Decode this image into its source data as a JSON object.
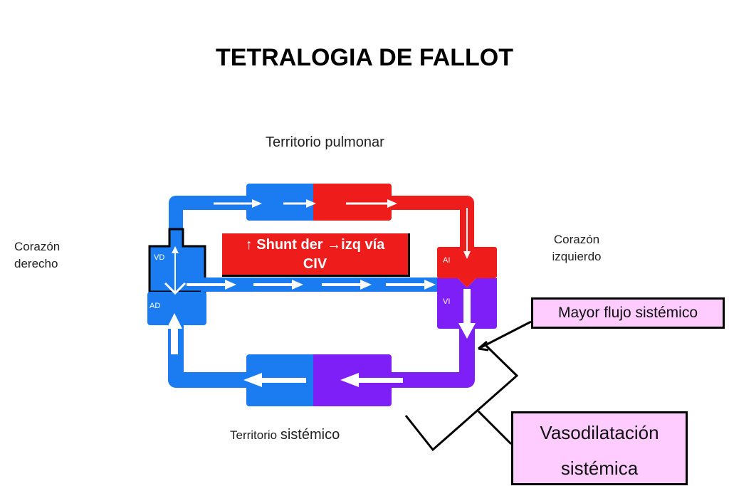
{
  "title": "TETRALOGIA DE FALLOT",
  "labels": {
    "pulmonar": "Territorio pulmonar",
    "sistemico_prefix": "Territorio",
    "sistemico_word": "sistémico",
    "corazon_derecho_line1": "Corazón",
    "corazon_derecho_line2": "derecho",
    "corazon_izquierdo_line1": "Corazón",
    "corazon_izquierdo_line2": "izquierdo"
  },
  "chambers": {
    "vd": "VD",
    "ad": "AD",
    "ai": "AI",
    "vi": "VI"
  },
  "shunt": {
    "line1": "↑ Shunt der →izq vía",
    "line2": "CIV"
  },
  "callouts": {
    "mayor_flujo": "Mayor flujo sistémico",
    "vaso_line1": "Vasodilatación",
    "vaso_line2": "sistémica"
  },
  "colors": {
    "venous_blue": "#1a7cf0",
    "arterial_red": "#ef1c1c",
    "mixed_purple": "#7f1ff7",
    "callout_pink": "#ffccff",
    "arrow_white": "#ffffff"
  }
}
